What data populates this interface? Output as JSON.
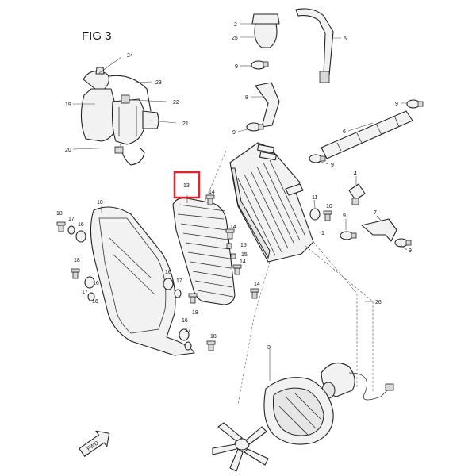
{
  "figure": {
    "title": "FIG 3",
    "highlight_color": "#e0242b",
    "highlighted_part": "13"
  },
  "parts": {
    "p1": "1",
    "p2": "2",
    "p3": "3",
    "p4": "4",
    "p5": "5",
    "p6": "6",
    "p7": "7",
    "p8": "8",
    "p9a": "9",
    "p9b": "9",
    "p9c": "9",
    "p9d": "9",
    "p9e": "9",
    "p9f": "9",
    "p10": "10",
    "p11": "11",
    "p13": "13",
    "p14a": "14",
    "p14b": "14",
    "p14c": "14",
    "p15a": "15",
    "p15b": "15",
    "p16a": "16",
    "p16b": "16",
    "p16c": "16",
    "p16d": "16",
    "p17a": "17",
    "p17b": "17",
    "p18a": "18",
    "p18b": "18",
    "p18c": "18",
    "p18d": "18",
    "p20": "20",
    "p21": "21",
    "p22": "22",
    "p23": "23",
    "p24": "24",
    "p25": "25",
    "p26": "26"
  },
  "front_marker": "FWD"
}
